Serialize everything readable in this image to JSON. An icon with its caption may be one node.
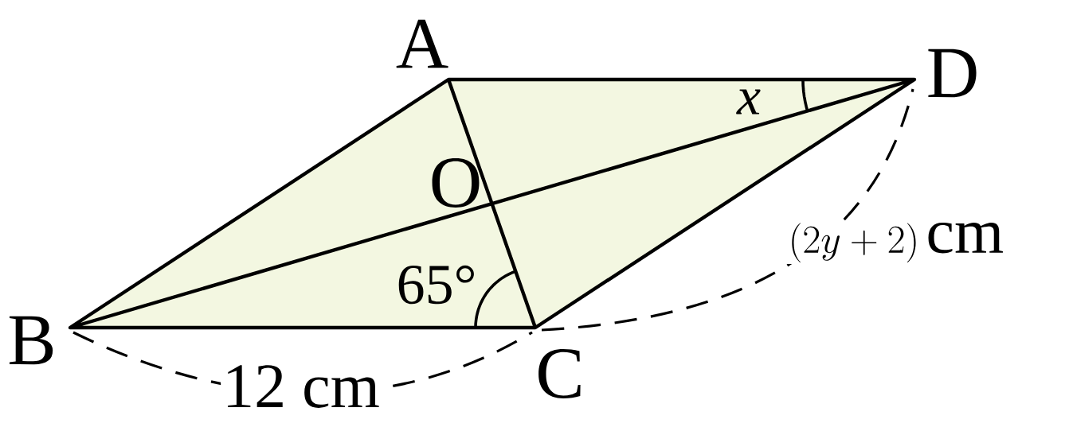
{
  "diagram": {
    "labels": [
      "A",
      "D",
      "O",
      "x",
      "(2y+2)\\,\\mathrm{cm}",
      "65°",
      "B",
      "C",
      "12 cm"
    ]
  }
}
